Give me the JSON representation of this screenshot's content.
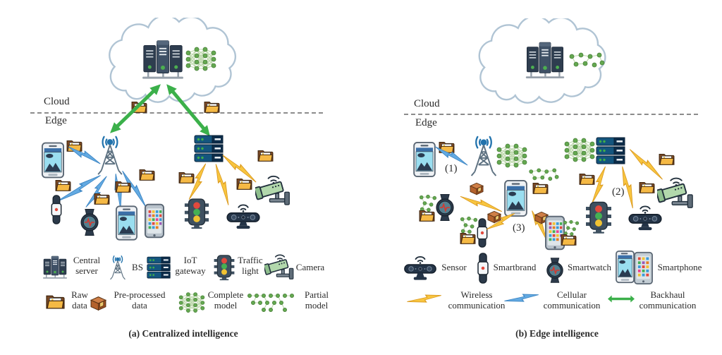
{
  "figure": {
    "panel_a": {
      "caption": "(a) Centralized intelligence",
      "cloud_label": "Cloud",
      "edge_label": "Edge",
      "legend": {
        "central_server": "Central\nserver",
        "bs": "BS",
        "iot_gateway": "IoT\ngateway",
        "traffic_light": "Traffic\nlight",
        "camera": "Camera",
        "raw_data": "Raw\ndata",
        "preprocessed_data": "Pre-processed\ndata",
        "complete_model": "Complete\nmodel",
        "partial_model": "Partial\nmodel"
      }
    },
    "panel_b": {
      "caption": "(b) Edge intelligence",
      "cloud_label": "Cloud",
      "edge_label": "Edge",
      "annotations": {
        "n1": "(1)",
        "n2": "(2)",
        "n3": "(3)"
      },
      "legend": {
        "sensor": "Sensor",
        "smartband": "Smartbrand",
        "smartwatch": "Smartwatch",
        "smartphone": "Smartphone",
        "wireless": "Wireless\ncommunication",
        "cellular": "Cellular\ncommunication",
        "backhaul": "Backhaul\ncommunication"
      }
    },
    "colors": {
      "model_green": "#64a850",
      "model_line_green": "#bcd8aa",
      "arrow_green": "#3bb04a",
      "bolt_yellow": "#f8c53f",
      "bolt_blue": "#63aae2",
      "cloud_stroke": "#b0c4d4",
      "folder_yellow": "#f5b945",
      "text": "#2b2b2b"
    }
  }
}
